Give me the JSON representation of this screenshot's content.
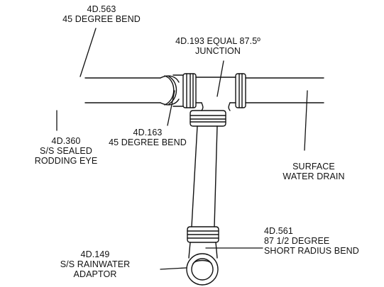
{
  "labels": {
    "bend_563": {
      "code": "4D.563",
      "desc": "45 DEGREE BEND"
    },
    "junction_193": {
      "code": "4D.193 EQUAL 87.5º",
      "desc": "JUNCTION"
    },
    "rodding_eye_360": {
      "code": "4D.360",
      "line2": "S/S SEALED",
      "line3": "RODDING EYE"
    },
    "bend_163": {
      "code": "4D.163",
      "desc": "45 DEGREE BEND"
    },
    "surface_water_drain": {
      "line1": "SURFACE",
      "line2": "WATER DRAIN"
    },
    "bend_561": {
      "code": "4D.561",
      "line2": "87 1/2 DEGREE",
      "line3": "SHORT RADIUS BEND"
    },
    "adaptor_149": {
      "code": "4D.149",
      "line2": "S/S RAINWATER",
      "line3": "ADAPTOR"
    }
  },
  "colors": {
    "line": "#111111",
    "background": "#ffffff"
  }
}
